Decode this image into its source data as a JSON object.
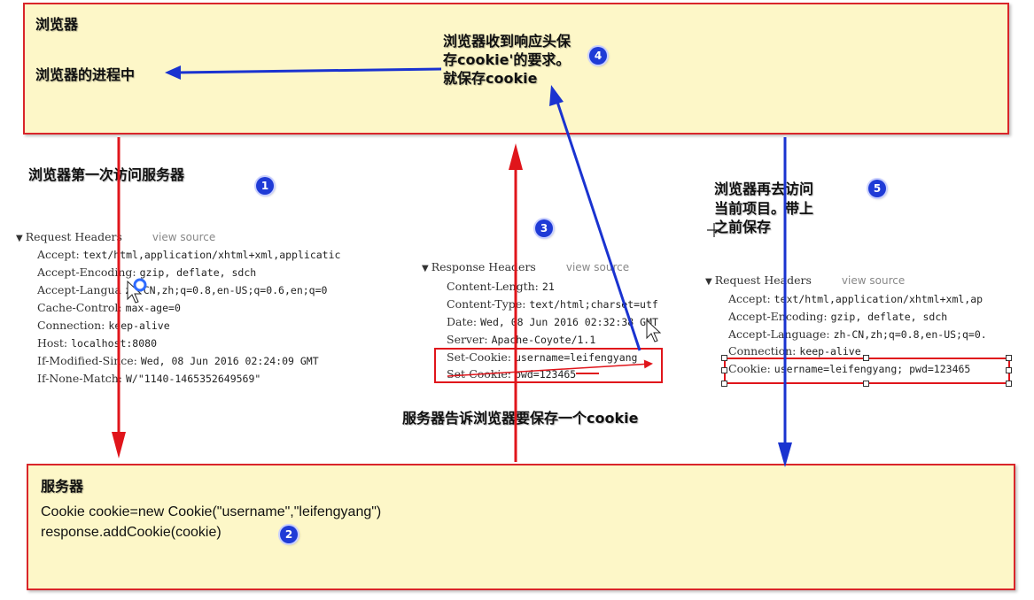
{
  "browser_box": {
    "title": "浏览器",
    "process_label": "浏览器的进程中",
    "note_lines": [
      "浏览器收到响应头保",
      "存cookie'的要求。",
      "就保存cookie"
    ]
  },
  "server_box": {
    "title": "服务器",
    "code_lines": [
      "Cookie cookie=new Cookie(\"username\",\"leifengyang\")",
      "response.addCookie(cookie)"
    ]
  },
  "labels": {
    "first_visit": "浏览器第一次访问服务器",
    "server_tells": "服务器告诉浏览器要保存一个cookie",
    "second_visit": [
      "浏览器再去访问",
      "当前项目。带上",
      "之前保存"
    ]
  },
  "badges": [
    "1",
    "2",
    "3",
    "4",
    "5"
  ],
  "request_panel_1": {
    "header": "Request Headers",
    "view_source": "view source",
    "rows": [
      {
        "key": "Accept:",
        "value": "text/html,application/xhtml+xml,applicatic"
      },
      {
        "key": "Accept-Encoding:",
        "value": "gzip, deflate, sdch"
      },
      {
        "key": "Accept-Langua",
        "value": "zh-CN,zh;q=0.8,en-US;q=0.6,en;q=0"
      },
      {
        "key": "Cache-Control:",
        "value": "max-age=0"
      },
      {
        "key": "Connection:",
        "value": "keep-alive"
      },
      {
        "key": "Host:",
        "value": "localhost:8080"
      },
      {
        "key": "If-Modified-Since:",
        "value": "Wed, 08 Jun 2016 02:24:09 GMT"
      },
      {
        "key": "If-None-Match:",
        "value": "W/\"1140-1465352649569\""
      }
    ]
  },
  "response_panel": {
    "header": "Response Headers",
    "view_source": "view source",
    "rows": [
      {
        "key": "Content-Length:",
        "value": "21"
      },
      {
        "key": "Content-Type:",
        "value": "text/html;charset=utf"
      },
      {
        "key": "Date:",
        "value": "Wed, 08 Jun 2016 02:32:38 GMT"
      },
      {
        "key": "Server:",
        "value": "Apache-Coyote/1.1"
      },
      {
        "key": "Set-Cookie:",
        "value": "username=leifengyang"
      },
      {
        "key": "Set-Cookie:",
        "value": "pwd=123465"
      }
    ]
  },
  "request_panel_2": {
    "header": "Request Headers",
    "view_source": "view source",
    "rows": [
      {
        "key": "Accept:",
        "value": "text/html,application/xhtml+xml,ap"
      },
      {
        "key": "Accept-Encoding:",
        "value": "gzip, deflate, sdch"
      },
      {
        "key": "Accept-Language:",
        "value": "zh-CN,zh;q=0.8,en-US;q=0."
      },
      {
        "key": "Connection:",
        "value": "keep-alive"
      },
      {
        "key": "Cookie:",
        "value": "username=leifengyang; pwd=123465"
      }
    ]
  },
  "colors": {
    "box_fill": "#fdf7c8",
    "red": "#d9252a",
    "blue": "#1f3bd6"
  }
}
